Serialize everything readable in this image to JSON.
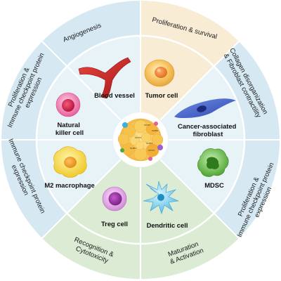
{
  "outer_ring": [
    {
      "id": "angiogenesis",
      "lines": [
        "Angiogenesis"
      ]
    },
    {
      "id": "prolif-survival",
      "lines": [
        "Proliferation & survival"
      ]
    },
    {
      "id": "collagen",
      "lines": [
        "Collagen disorganization",
        "& Fibroblast contractility"
      ]
    },
    {
      "id": "prolif-icp-right",
      "lines": [
        "Proliferation &",
        "Immune checkpoint protein",
        "expression"
      ]
    },
    {
      "id": "maturation",
      "lines": [
        "Maturation",
        "& Activation"
      ]
    },
    {
      "id": "recognition",
      "lines": [
        "Recognition &",
        "Cytotoxicity"
      ]
    },
    {
      "id": "icp-left",
      "lines": [
        "Immune checkpoint protein",
        "expression"
      ]
    },
    {
      "id": "prolif-icp-left",
      "lines": [
        "Proliferation &",
        "Immune checkpoint protein",
        "expression"
      ]
    }
  ],
  "cells": [
    {
      "id": "blood-vessel",
      "lines": [
        "Blood vessel"
      ]
    },
    {
      "id": "tumor-cell",
      "lines": [
        "Tumor cell"
      ]
    },
    {
      "id": "caf",
      "lines": [
        "Cancer-associated",
        "fibroblast"
      ]
    },
    {
      "id": "mdsc",
      "lines": [
        "MDSC"
      ]
    },
    {
      "id": "dendritic-cell",
      "lines": [
        "Dendritic cell"
      ]
    },
    {
      "id": "treg-cell",
      "lines": [
        "Treg cell"
      ]
    },
    {
      "id": "m2-macrophage",
      "lines": [
        "M2 macrophage"
      ]
    },
    {
      "id": "nk-cell",
      "lines": [
        "Natural",
        "killer cell"
      ]
    }
  ],
  "center_labels": [
    "STAT3",
    "SLP69",
    "STAT3",
    "SLP69",
    "SLP69",
    "STAT3"
  ],
  "colors": {
    "outer_ring": "#d6e9f3",
    "inner_disk": "#e8f3f8",
    "highlight_top": "#f9ecd5",
    "highlight_bottom": "#dcebd3",
    "divider": "#ffffff"
  }
}
